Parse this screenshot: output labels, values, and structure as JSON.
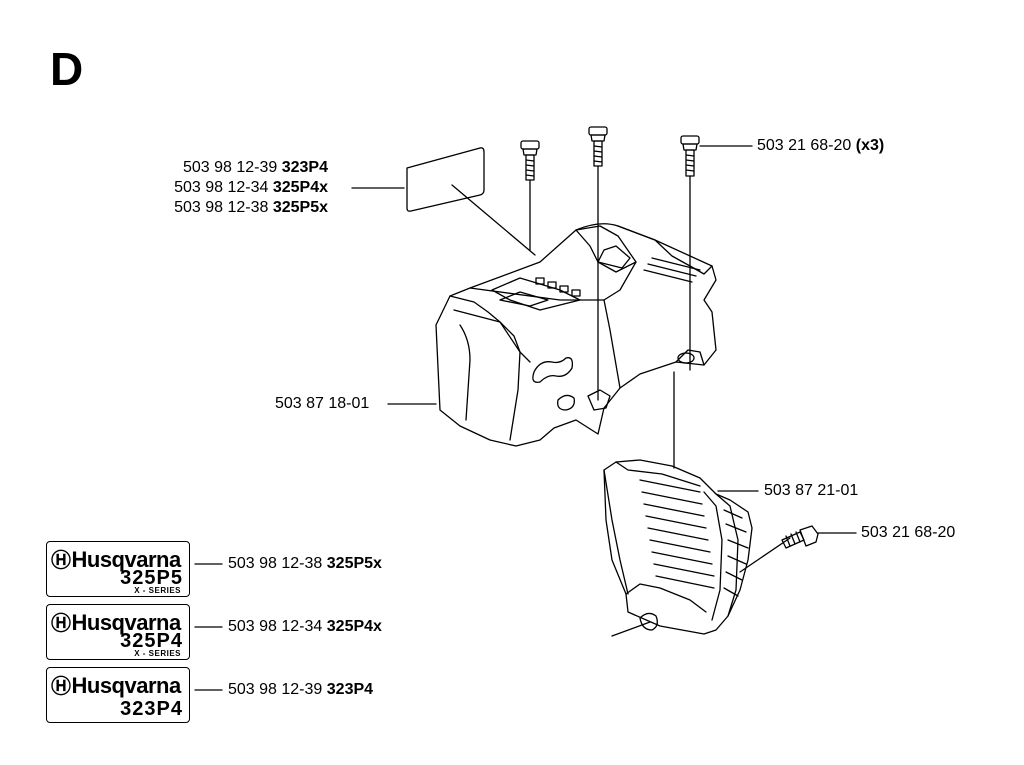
{
  "section": {
    "letter": "D"
  },
  "callouts": {
    "label_plate": [
      {
        "part": "503 98 12-39",
        "model": "323P4"
      },
      {
        "part": "503 98 12-34",
        "model": "325P4x"
      },
      {
        "part": "503 98 12-38",
        "model": "325P5x"
      }
    ],
    "screws_top": {
      "part": "503 21 68-20",
      "qty": "(x3)"
    },
    "cylinder_cover": {
      "part": "503 87 18-01"
    },
    "air_filter_cover": {
      "part": "503 87 21-01"
    },
    "screw_side": {
      "part": "503 21 68-20"
    }
  },
  "decals": [
    {
      "brand": "Husqvarna",
      "model": "325P5",
      "series": "X - SERIES",
      "part": "503 98 12-38",
      "model_code": "325P5x"
    },
    {
      "brand": "Husqvarna",
      "model": "325P4",
      "series": "X - SERIES",
      "part": "503 98 12-34",
      "model_code": "325P4x"
    },
    {
      "brand": "Husqvarna",
      "model": "323P4",
      "series": "",
      "part": "503 98 12-39",
      "model_code": "323P4"
    }
  ]
}
